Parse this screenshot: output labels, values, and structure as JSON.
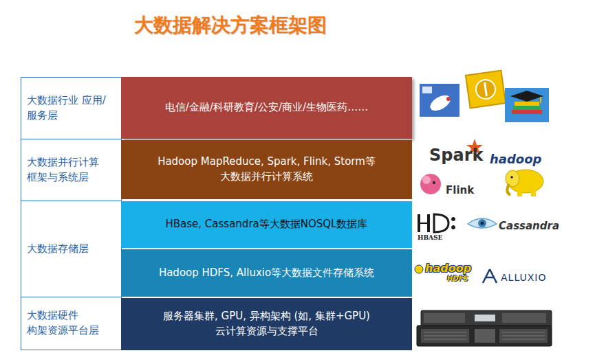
{
  "diagram": {
    "title": "大数据解决方案框架图",
    "nodes": [
      {
        "text": [
          "大数据行业 应用/服务层"
        ]
      },
      {
        "text": [
          "电信/金融/科研教育/公安/商业/生物医药……"
        ]
      },
      {
        "text": [
          "大数据并行计算 框架与系统层"
        ]
      },
      {
        "text": [
          "Hadoop MapReduce, Spark, Flink, Storm等 大数据并行计算系统"
        ]
      },
      {
        "text": [
          "大数据存储层"
        ]
      },
      {
        "text": [
          "HBase, Cassandra等大数据NOSQL数据库"
        ]
      },
      {
        "text": [
          "Hadoop HDFS, Alluxio等大数据文件存储系统"
        ]
      },
      {
        "text": [
          "大数据硬件 构架资源平台层"
        ]
      },
      {
        "text": [
          "服务器集群, GPU, 异构架构 (如, 集群+GPU) 云计算资源与支撑平台"
        ]
      }
    ],
    "labels": [
      "Spark",
      "hadoop",
      "Flink",
      "HBASE",
      "Cassandra",
      "hadoop",
      "HDFS",
      "ALLUXIO"
    ]
  }
}
